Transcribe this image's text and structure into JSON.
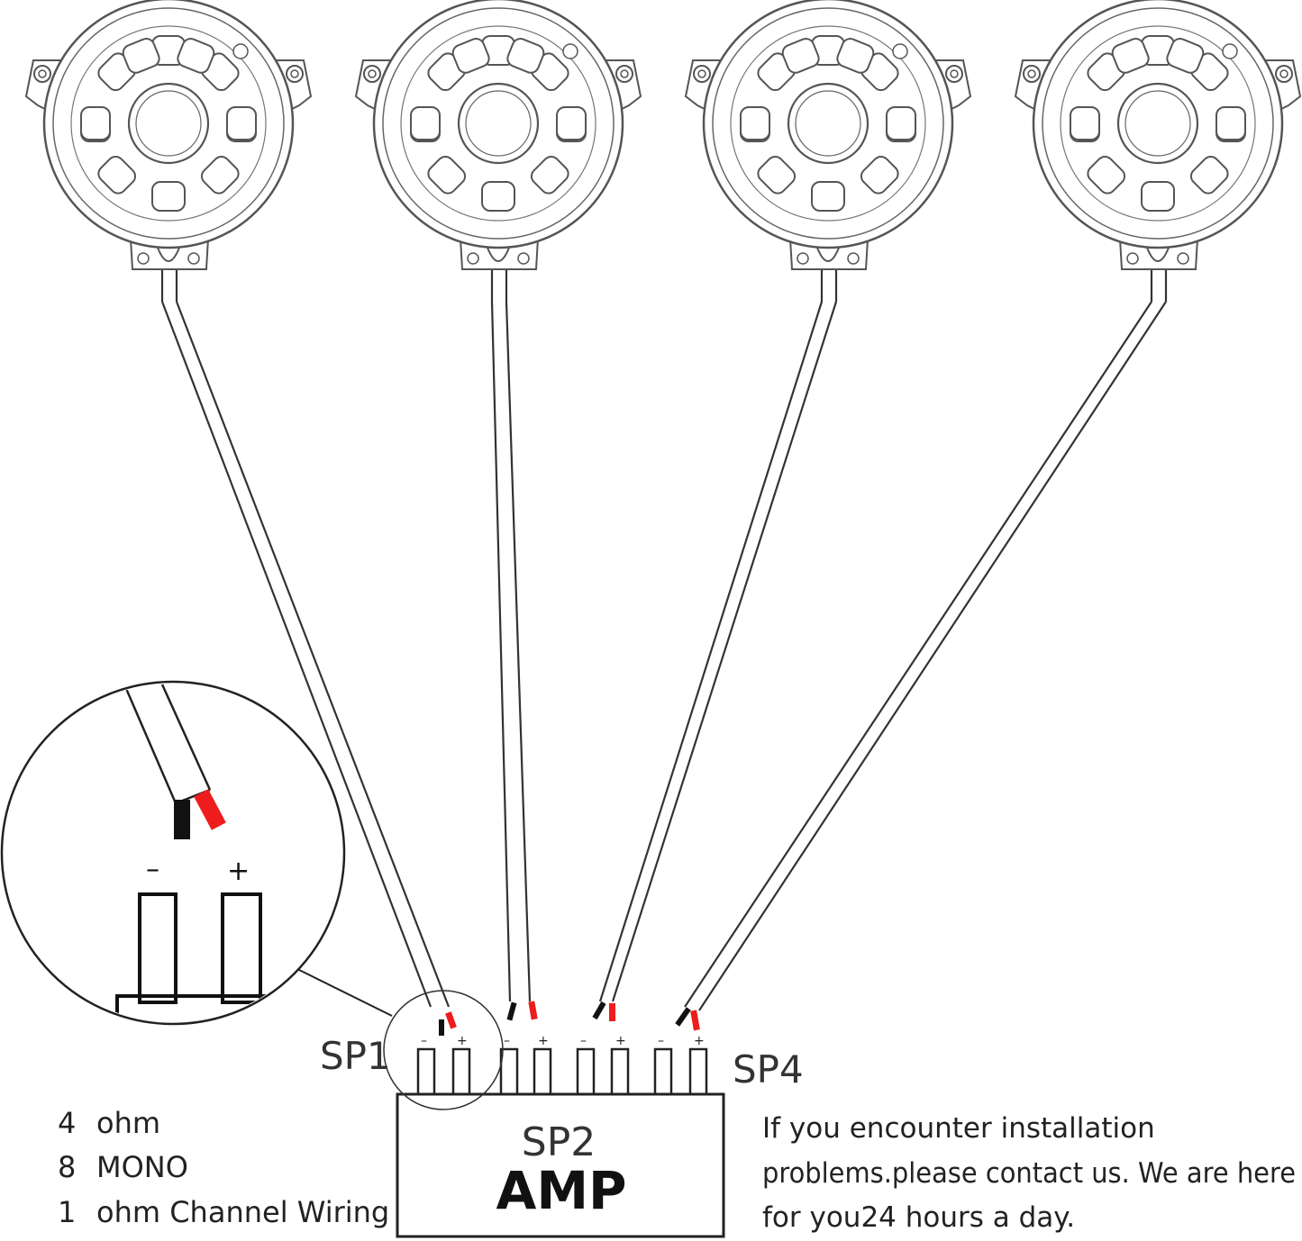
{
  "speakers": [
    {
      "id": "speaker-1"
    },
    {
      "id": "speaker-2"
    },
    {
      "id": "speaker-3"
    },
    {
      "id": "speaker-4"
    }
  ],
  "terminals": {
    "minus": "–",
    "plus": "+"
  },
  "labels": {
    "sp1": "SP1",
    "sp2": "SP2",
    "sp4": "SP4",
    "amp": "AMP"
  },
  "specs": [
    {
      "num": "4",
      "text": "ohm"
    },
    {
      "num": "8",
      "text": "MONO"
    },
    {
      "num": "1",
      "text": "ohm Channel Wiring"
    }
  ],
  "note": {
    "line1": "If you encounter installation",
    "line2": "problems.please contact us. We are here",
    "line3": "for you24 hours a day."
  },
  "colors": {
    "wire_negative": "#111111",
    "wire_positive": "#ee1c1c",
    "outline": "#333333"
  }
}
